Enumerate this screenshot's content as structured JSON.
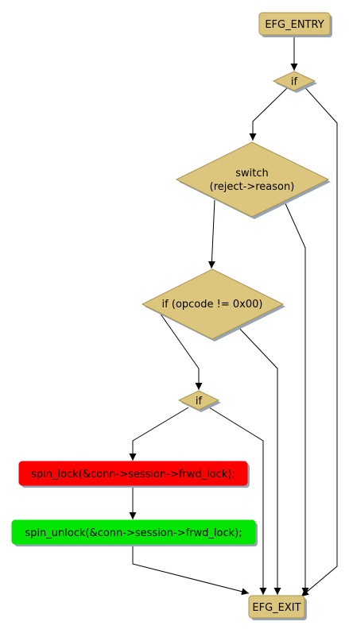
{
  "colors": {
    "node_fill": "#dcc67e",
    "node_stroke": "#a8924e",
    "shadow": "#97a4b6",
    "lock_fill": "#ff0000",
    "unlock_fill": "#00e600",
    "edge": "#000000"
  },
  "nodes": {
    "entry": {
      "label": "EFG_ENTRY"
    },
    "if_top": {
      "label": "if"
    },
    "switch": {
      "label_line1": "switch",
      "label_line2": "(reject->reason)"
    },
    "if_opcode": {
      "label": "if (opcode != 0x00)"
    },
    "if_small": {
      "label": "if"
    },
    "spin_lock": {
      "label": "spin_lock(&conn->session->frwd_lock);"
    },
    "spin_unlock": {
      "label": "spin_unlock(&conn->session->frwd_lock);"
    },
    "exit": {
      "label": "EFG_EXIT"
    }
  }
}
